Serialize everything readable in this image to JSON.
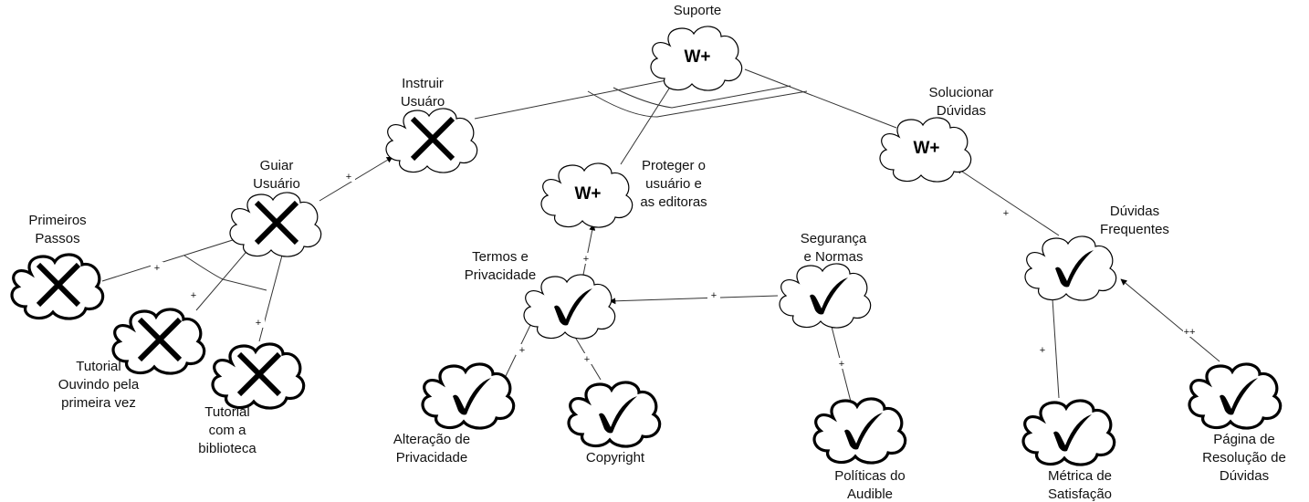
{
  "nodes": {
    "suporte": {
      "label": "Suporte",
      "status": "W+"
    },
    "instruir": {
      "label": [
        "Instruir",
        "Usuáro"
      ],
      "status": "denied"
    },
    "guiar": {
      "label": [
        "Guiar",
        "Usuário"
      ],
      "status": "denied"
    },
    "primeiros": {
      "label": [
        "Primeiros",
        "Passos"
      ],
      "status": "denied"
    },
    "tutorial_ouvindo": {
      "label": [
        "Tutorial",
        "Ouvindo pela",
        "primeira vez"
      ],
      "status": "denied"
    },
    "tutorial_biblioteca": {
      "label": [
        "Tutorial",
        "com a",
        "biblioteca"
      ],
      "status": "denied"
    },
    "proteger": {
      "label": [
        "Proteger o",
        "usuário e",
        "as editoras"
      ],
      "status": "W+"
    },
    "termos": {
      "label": [
        "Termos e",
        "Privacidade"
      ],
      "status": "satisfied"
    },
    "alteracao": {
      "label": [
        "Alteração de",
        "Privacidade"
      ],
      "status": "satisfied"
    },
    "copyright": {
      "label": "Copyright",
      "status": "satisfied"
    },
    "seguranca": {
      "label": [
        "Segurança",
        "e Normas"
      ],
      "status": "satisfied"
    },
    "politicas": {
      "label": [
        "Políticas do",
        "Audible"
      ],
      "status": "satisfied"
    },
    "solucionar": {
      "label": [
        "Solucionar",
        "Dúvidas"
      ],
      "status": "W+"
    },
    "duvidas": {
      "label": [
        "Dúvidas",
        "Frequentes"
      ],
      "status": "satisfied"
    },
    "metrica": {
      "label": [
        "Métrica de",
        "Satisfação"
      ],
      "status": "satisfied"
    },
    "pagina": {
      "label": [
        "Página de",
        "Resolução de",
        "Dúvidas"
      ],
      "status": "satisfied"
    }
  },
  "contributions": [
    {
      "from": "guiar",
      "to": "instruir",
      "label": "+"
    },
    {
      "from": "primeiros",
      "to": "guiar",
      "label": "+"
    },
    {
      "from": "tutorial_ouvindo",
      "to": "guiar",
      "label": "+"
    },
    {
      "from": "tutorial_biblioteca",
      "to": "guiar",
      "label": "+"
    },
    {
      "from": "termos",
      "to": "proteger",
      "label": "+"
    },
    {
      "from": "alteracao",
      "to": "termos",
      "label": "+"
    },
    {
      "from": "copyright",
      "to": "termos",
      "label": "+"
    },
    {
      "from": "seguranca",
      "to": "termos",
      "label": "+"
    },
    {
      "from": "politicas",
      "to": "seguranca",
      "label": "+"
    },
    {
      "from": "duvidas",
      "to": "solucionar",
      "label": "+"
    },
    {
      "from": "metrica",
      "to": "duvidas",
      "label": "+"
    },
    {
      "from": "pagina",
      "to": "duvidas",
      "label": "++"
    }
  ],
  "decompositions": [
    {
      "parent": "suporte",
      "children": [
        "instruir",
        "proteger",
        "solucionar"
      ]
    }
  ]
}
